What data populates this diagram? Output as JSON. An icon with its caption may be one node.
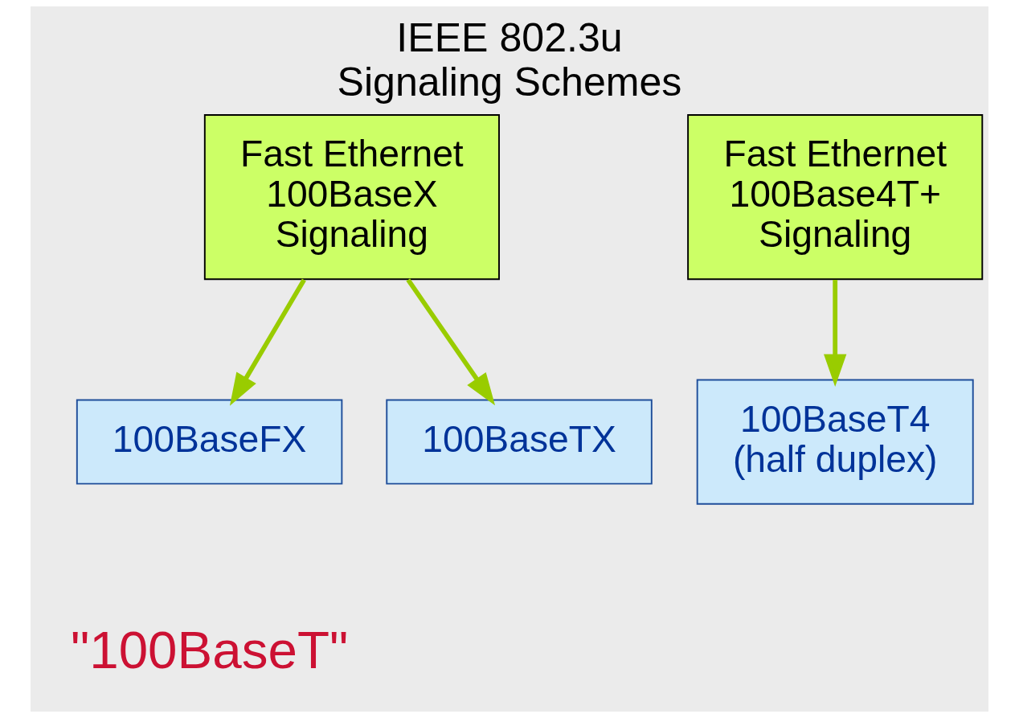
{
  "diagram": {
    "title": "IEEE 802.3u Signaling Schemes",
    "nodes": [
      {
        "text": [
          "Fast Ethernet 100BaseX Signaling"
        ]
      },
      {
        "text": [
          "Fast Ethernet 100Base4T+ Signaling"
        ]
      },
      {
        "text": [
          "100BaseFX"
        ]
      },
      {
        "text": [
          "100BaseTX"
        ]
      },
      {
        "text": [
          "100BaseT4 (half duplex)"
        ]
      }
    ],
    "edges": [
      {
        "from": 0,
        "to": 2,
        "arrow": "to"
      },
      {
        "from": 0,
        "to": 3,
        "arrow": "to"
      },
      {
        "from": 1,
        "to": 4,
        "arrow": "to"
      }
    ],
    "labels": [
      "\"100BaseT\""
    ]
  }
}
